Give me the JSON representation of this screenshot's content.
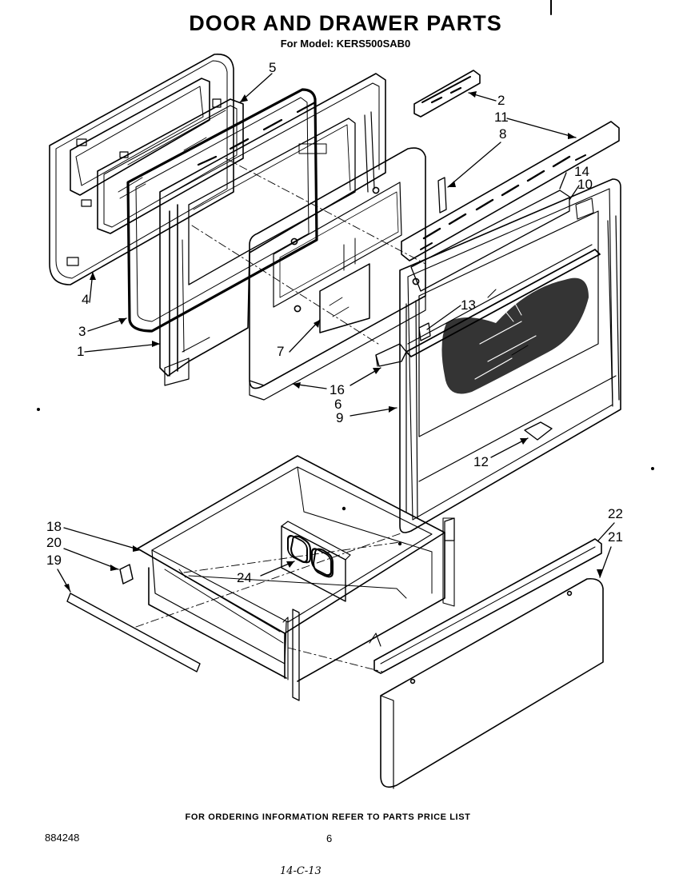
{
  "header": {
    "title": "DOOR AND DRAWER PARTS",
    "subtitle": "For Model: KERS500SAB0"
  },
  "footer": {
    "ordering_note": "FOR ORDERING INFORMATION REFER TO PARTS PRICE LIST",
    "document_number": "884248",
    "page_number": "6",
    "handwritten_note": "14-C-13"
  },
  "callouts": {
    "c1": "1",
    "c2": "2",
    "c3": "3",
    "c4": "4",
    "c5": "5",
    "c6": "6",
    "c7": "7",
    "c8": "8",
    "c9": "9",
    "c10": "10",
    "c11": "11",
    "c12": "12",
    "c13": "13",
    "c14": "14",
    "c16": "16",
    "c18": "18",
    "c19": "19",
    "c20": "20",
    "c21": "21",
    "c22": "22",
    "c24": "24"
  }
}
